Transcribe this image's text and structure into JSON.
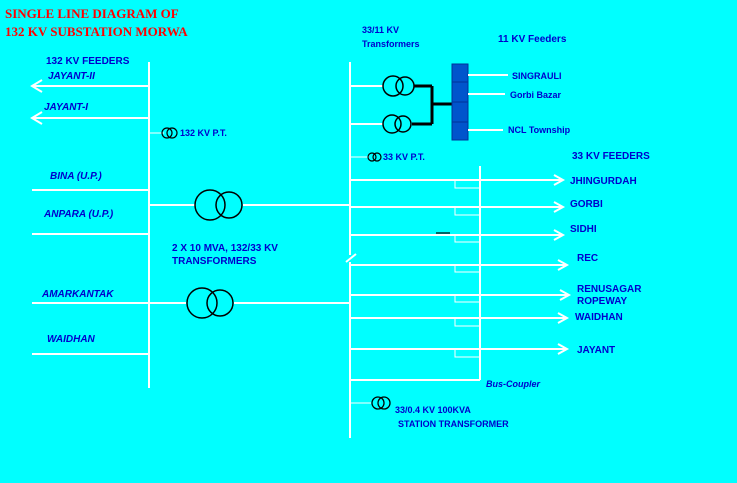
{
  "title_lines": [
    "SINGLE LINE DIAGRAM OF",
    "132 KV SUBSTATION MORWA"
  ],
  "labels": {
    "feeders_132": "132 KV FEEDERS",
    "feeders_33": "33 KV FEEDERS",
    "feeders_11": "11 KV Feeders",
    "tr_33_11_line1": "33/11 KV",
    "tr_33_11_line2": "Transformers",
    "pt_132": "132 KV P.T.",
    "pt_33": "33 KV P.T.",
    "main_tr_line1": "2 X 10 MVA, 132/33 KV",
    "main_tr_line2": "TRANSFORMERS",
    "bus_coupler": "Bus-Coupler",
    "station_tr_line1": "33/0.4 KV 100KVA",
    "station_tr_line2": "STATION TRANSFORMER"
  },
  "feeders_132kv": [
    "JAYANT-II",
    "JAYANT-I",
    "BINA (U.P.)",
    "ANPARA (U.P.)",
    "AMARKANTAK",
    "WAIDHAN"
  ],
  "feeders_33kv": [
    "JHINGURDAH",
    "GORBI",
    "SIDHI",
    "REC",
    "RENUSAGAR",
    "ROPEWAY",
    "WAIDHAN",
    "JAYANT"
  ],
  "feeders_11kv": [
    "SINGRAULI",
    "Gorbi Bazar",
    "NCL Township"
  ],
  "colors": {
    "background": "#00ffff",
    "text": "#0000cc",
    "title": "#ff0000",
    "line": "#ffffff",
    "switchgear": "#0055cc"
  }
}
